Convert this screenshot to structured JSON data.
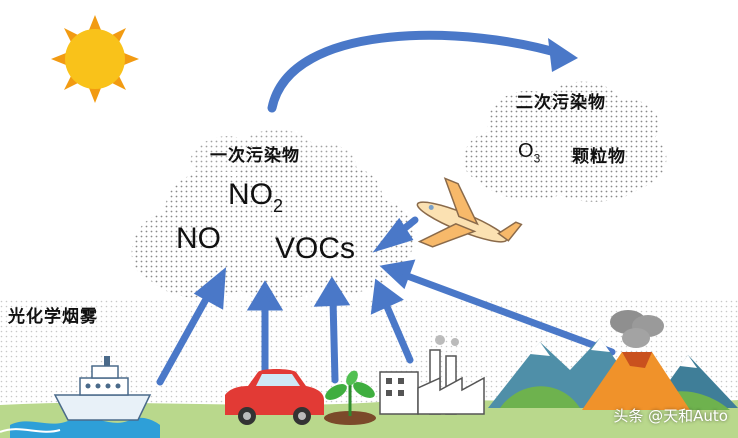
{
  "title": "光化学烟雾",
  "primary": {
    "label": "一次污染物",
    "no": "NO",
    "no2_main": "NO",
    "no2_sub": "2",
    "vocs": "VOCs"
  },
  "secondary": {
    "label": "二次污染物",
    "o3_main": "O",
    "o3_sub": "3",
    "particulate": "颗粒物"
  },
  "watermark": "头条 @天和Auto",
  "icons": [
    "sun-icon",
    "airplane-icon",
    "ship-icon",
    "car-icon",
    "plant-icon",
    "factory-icon",
    "volcano-icon",
    "mountains-icon"
  ],
  "colors": {
    "arrow": "#4a78c8",
    "sun": "#f9c21a",
    "sun_rays": "#f29b12",
    "cloud_dots": "#8a8a8a",
    "ground": "#cfe6a8",
    "volcano": "#f0922a",
    "car": "#e23a35",
    "ship_water": "#2e9fd8"
  }
}
